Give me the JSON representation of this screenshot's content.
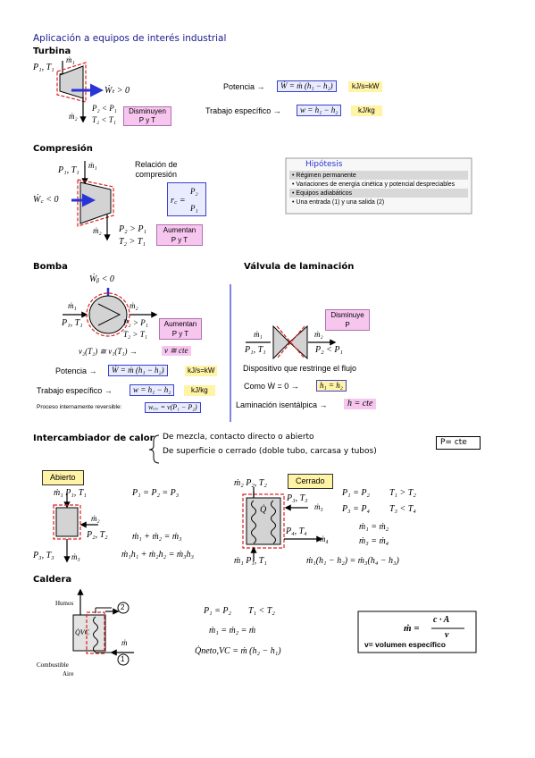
{
  "title": "Aplicación a equipos de interés industrial",
  "turbina": {
    "heading": "Turbina",
    "p1t1": "P₁, T₁",
    "m1": "ṁ₁",
    "wt": "Ẇₜ > 0",
    "m2": "ṁ₂",
    "cond1": "P₂ < P₁",
    "cond2": "T₂ < T₁",
    "badge_line1": "Disminuyen",
    "badge_line2": "P y T",
    "potencia_label": "Potencia →",
    "potencia_formula": "Ẇ = ṁ (h₁ − h₂)",
    "potencia_unit": "kJ/s=kW",
    "trabajo_label": "Trabajo específico →",
    "trabajo_formula": "w = h₁ − h₂",
    "trabajo_unit": "kJ/kg"
  },
  "compresion": {
    "heading": "Compresión",
    "p1t1": "P₁, T₁",
    "m1": "ṁ₁",
    "wc": "Ẇ꜀ < 0",
    "relacion_line1": "Relación de",
    "relacion_line2": "compresión",
    "rc": "r꜀ =",
    "rc_num": "P₂",
    "rc_den": "P₁",
    "m2": "ṁ₂",
    "cond1": "P₂ > P₁",
    "cond2": "T₂ > T₁",
    "badge_line1": "Aumentan",
    "badge_line2": "P y T"
  },
  "hipotesis": {
    "title": "Hipótesis",
    "items": [
      "• Régimen permanente",
      "• Variaciones de energía cinética y potencial despreciables",
      "• Equipos adiabáticos",
      "• Una entrada (1) y una salida (2)"
    ]
  },
  "bomba": {
    "heading": "Bomba",
    "wb": "Ẇᵦ < 0",
    "m1": "ṁ₁",
    "m2": "ṁ₂",
    "p1t1": "P₁, T₁",
    "cond1": "P₂ > P₁",
    "cond2": "T₂ > T₁",
    "badge_line1": "Aumentan",
    "badge_line2": "P y T",
    "v_relation": "v₂(T₂) ≅ v₁(T₁) →",
    "v_cte": "v ≅ cte",
    "potencia_label": "Potencia →",
    "potencia_formula": "Ẇ = ṁ (h₁ − h₂)",
    "potencia_unit": "kJ/s=kW",
    "trabajo_label": "Trabajo específico →",
    "trabajo_formula": "w = h₁ − h₂",
    "trabajo_unit": "kJ/kg",
    "reversible_label": "Proceso internamente reversible:",
    "reversible_formula": "wᵣₑᵥ = v(P₁ − P₂)"
  },
  "valvula": {
    "heading": "Válvula de laminación",
    "badge_line1": "Disminuye",
    "badge_line2": "P",
    "m1": "ṁ₁",
    "m2": "ṁ₂",
    "p1t1": "P₁, T₁",
    "cond": "P₂ < P₁",
    "dispositivo": "Dispositivo que restringe el flujo",
    "como_label": "Como  Ẇ = 0  →",
    "como_formula": "h₁ = h₂",
    "isentalpica_label": "Laminación isentálpica →",
    "isentalpica_formula": "h = cte"
  },
  "intercambiador": {
    "heading": "Intercambiador de calor",
    "type1": "De mezcla, contacto directo o abierto",
    "type2": "De superficie o cerrado (doble tubo, carcasa y tubos)",
    "p_cte": "P= cte"
  },
  "abierto": {
    "badge": "Abierto",
    "m1p1t1": "ṁ₁  P₁, T₁",
    "m2": "ṁ₂",
    "p2t2": "P₂, T₂",
    "p3t3": "P₃, T₃",
    "m3": "ṁ₃",
    "eq1": "P₁ = P₂ = P₃",
    "eq2": "ṁ₁ + ṁ₂ = ṁ₃",
    "eq3": "ṁ₁h₁ + ṁ₂h₂ = ṁ₃h₃"
  },
  "cerrado": {
    "badge": "Cerrado",
    "m2p2t2": "ṁ₂  P₂, T₂",
    "p3t3": "P₃, T₃",
    "m3": "ṁ₃",
    "q": "Q̇",
    "p4t4": "P₄, T₄",
    "m4": "ṁ₄",
    "m1p1t1": "ṁ₁  P₁, T₁",
    "eq1a": "P₁ = P₂",
    "eq1b": "T₁ > T₂",
    "eq2a": "P₃ = P₄",
    "eq2b": "T₃ < T₄",
    "eq3": "ṁ₁ = ṁ₂",
    "eq4": "ṁ₃ = ṁ₄",
    "eq5": "ṁ₁(h₁ − h₂) = ṁ₃(h₄ − h₃)"
  },
  "caldera": {
    "heading": "Caldera",
    "humos": "Humos",
    "combustible": "Combustible",
    "aire": "Aire",
    "qvc": "Q̇VC",
    "m": "ṁ",
    "c2": "2",
    "c1": "1",
    "eq1a": "P₁ = P₂",
    "eq1b": "T₁ < T₂",
    "eq2": "ṁ₁ = ṁ₂ = ṁ",
    "eq3": "Q̇neto,VC = ṁ (h₂ − h₁)",
    "formula_lhs": "ṁ =",
    "formula_num": "c · A",
    "formula_den": "v",
    "formula_note": "v= volumen específico"
  }
}
